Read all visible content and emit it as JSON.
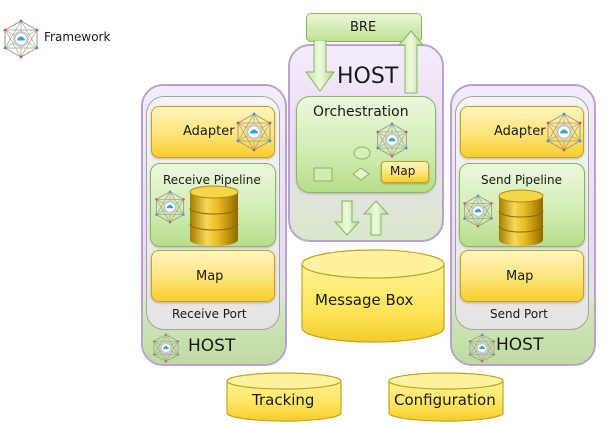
{
  "legend": {
    "icon": "framework-icon",
    "label": "Framework"
  },
  "bre": {
    "label": "BRE"
  },
  "center_host": {
    "label": "HOST",
    "orchestration": {
      "label": "Orchestration",
      "map_label": "Map"
    }
  },
  "receive_host": {
    "adapter_label": "Adapter",
    "pipeline_label": "Receive Pipeline",
    "map_label": "Map",
    "port_label": "Receive Port",
    "host_label": "HOST"
  },
  "send_host": {
    "adapter_label": "Adapter",
    "pipeline_label": "Send Pipeline",
    "map_label": "Map",
    "port_label": "Send Port",
    "host_label": "HOST"
  },
  "databases": {
    "message_box": "Message Box",
    "tracking": "Tracking",
    "configuration": "Configuration"
  },
  "colors": {
    "purple_border": "#b9a2d3",
    "green_fill": "#d3edb5",
    "yellow_fill": "#ffe680",
    "gold_db": "#d4a017"
  }
}
